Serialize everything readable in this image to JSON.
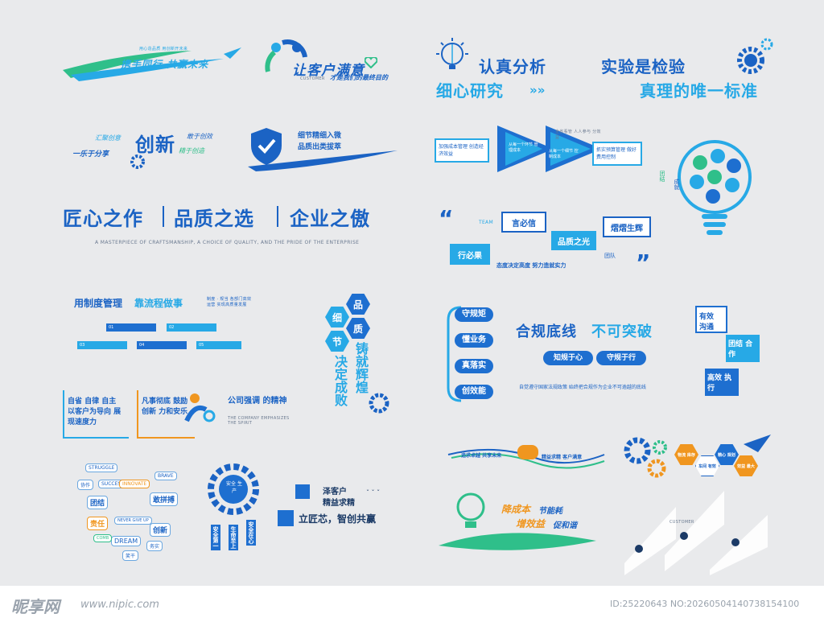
{
  "p1": {
    "top_slogan": "用心造品质 用创新开未来",
    "slogan": "携手同行 共赢未来"
  },
  "p2": {
    "title": "让客户满意",
    "subtitle": "才是我们的最终目的",
    "eng": "CUSTOMER"
  },
  "p3": {
    "line1": "认真分析",
    "line2": "细心研究"
  },
  "p4": {
    "line1": "实验是检验",
    "line2": "真理的唯一标准"
  },
  "p5": {
    "left": "一乐于分享",
    "top": "汇聚创意",
    "center": "创新",
    "right_top": "敢于创效",
    "right": "精于创造"
  },
  "p6": {
    "line1": "细节精细入微",
    "line2": "品质出类拔萃"
  },
  "p7": {
    "left_box": "加强成本管理 创造经济效益",
    "tri_a": "从每一个环节 管理成本",
    "tri_b": "从每一个细节 控制成本",
    "tri_top": "全省看管 人人参与 分效益",
    "right_box": "抓实预算管理 做好费用控制"
  },
  "p8": {
    "tag": "成就",
    "side": "团结"
  },
  "main": {
    "title_a": "匠心之作",
    "title_b": "品质之选",
    "title_c": "企业之傲",
    "eng": "A MASTERPIECE OF CRAFTSMANSHIP, A CHOICE OF QUALITY, AND THE PRIDE OF THE ENTERPRISE"
  },
  "p9": {
    "team": "TEAM",
    "b1": "言必信",
    "b2": "行必果",
    "b3": "品质之光",
    "b4": "熠熠生辉",
    "team_cn": "团队",
    "bottom": "态度决定高度 努力造就实力"
  },
  "p10": {
    "title_a": "用制度管理",
    "title_b": "靠流程做事",
    "note": "制度 · 规当 各部门高效运营 实现高质量发展",
    "bars": [
      "01",
      "02",
      "03",
      "04",
      "05"
    ]
  },
  "p11": {
    "c1a": "品",
    "c1b": "质",
    "c2a": "细",
    "c2b": "节",
    "vert1": "铸就辉煌",
    "vert2": "决定成败"
  },
  "p12": {
    "items": [
      "守规矩",
      "懂业务",
      "真落实",
      "创效能"
    ],
    "title_a": "合规底线",
    "title_b": "不可突破",
    "p_a": "知规于心",
    "p_b": "守规于行",
    "desc": "自觉遵守国家法规政策 始终把合规作为企业不可逾越的底线"
  },
  "p13": {
    "a": "有效 沟通",
    "b": "团结 合作",
    "c": "高效 执行"
  },
  "p14": {
    "left": "自省 自律 自主 以客户为导向 展现速度力",
    "mid": "凡事彻底 鼓励创新 力和安乐",
    "right": "公司强调 的精神",
    "eng": "THE COMPANY EMPHASIZES THE SPIRIT"
  },
  "p15": {
    "hexes": [
      "物流 库存",
      "车间 有效",
      "精心 规划",
      "效益 最大"
    ]
  },
  "p16": {
    "cloud": [
      "STRUGGLE",
      "协作",
      "SUCCESS",
      "INNOVATE",
      "BRAVE",
      "团结",
      "敢拼搏",
      "责任",
      "DREAM",
      "创新",
      "NEVER GIVE UP",
      "COMB",
      "务实",
      "笑干"
    ]
  },
  "p17": {
    "center": "安全 生产",
    "l": "安全第一",
    "m": "生命至上",
    "r": "安全在心"
  },
  "p18": {
    "l1": "泽客户",
    "l2": "精益求精",
    "l3": "立匠芯，智创共赢"
  },
  "p19": {
    "left": "追求卓越 共享未来",
    "right": "精益求精 客户满意"
  },
  "p20": {
    "line1a": "降成本",
    "line1b": "节能耗",
    "line2a": "增效益",
    "line2b": "促和谐"
  },
  "p21": {
    "eng": "CUSTOMER"
  },
  "footer": {
    "logo": "昵享网",
    "url": "www.nipic.com",
    "id": "ID:25220643 NO:20260504140738154100"
  }
}
